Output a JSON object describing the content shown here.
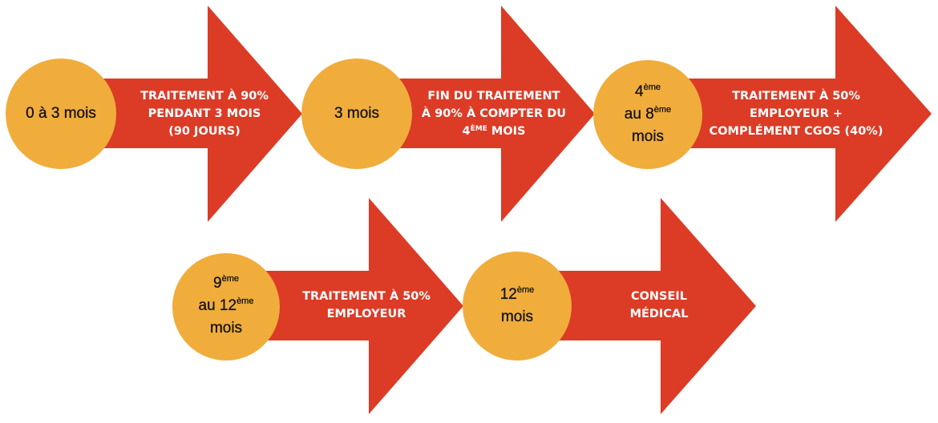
{
  "colors": {
    "arrow": "#DC3B26",
    "circle": "#F0AD3C",
    "circle_text": "#111111",
    "arrow_text": "#FFFFFF",
    "background": "#FFFFFF"
  },
  "steps": [
    {
      "period": {
        "lines": [
          {
            "text": "0 à 3 mois"
          }
        ]
      },
      "description": {
        "lines": [
          {
            "text": "TRAITEMENT À 90%"
          },
          {
            "text": "PENDANT 3 MOIS"
          },
          {
            "text": "(90 JOURS)"
          }
        ]
      }
    },
    {
      "period": {
        "lines": [
          {
            "text": "3 mois"
          }
        ]
      },
      "description": {
        "lines": [
          {
            "text": "FIN DU TRAITEMENT"
          },
          {
            "text": "À 90% À COMPTER DU"
          },
          {
            "pre": "4",
            "sup": "ÈME",
            "post": " MOIS"
          }
        ]
      }
    },
    {
      "period": {
        "lines": [
          {
            "pre": "4",
            "sup": "ème",
            "post": ""
          },
          {
            "pre": "au 8",
            "sup": "ème",
            "post": ""
          },
          {
            "text": "mois"
          }
        ]
      },
      "description": {
        "lines": [
          {
            "text": "TRAITEMENT À 50%"
          },
          {
            "text": "EMPLOYEUR +"
          },
          {
            "text": "COMPLÉMENT CGOS (40%)"
          }
        ]
      }
    },
    {
      "period": {
        "lines": [
          {
            "pre": "9",
            "sup": "ème",
            "post": ""
          },
          {
            "pre": "au 12",
            "sup": "ème",
            "post": ""
          },
          {
            "text": "mois"
          }
        ]
      },
      "description": {
        "lines": [
          {
            "text": "TRAITEMENT À 50%"
          },
          {
            "text": "EMPLOYEUR"
          }
        ]
      }
    },
    {
      "period": {
        "lines": [
          {
            "pre": "12",
            "sup": "ème",
            "post": ""
          },
          {
            "text": "mois"
          }
        ]
      },
      "description": {
        "lines": [
          {
            "text": "CONSEIL"
          },
          {
            "text": "MÉDICAL"
          }
        ]
      }
    }
  ]
}
